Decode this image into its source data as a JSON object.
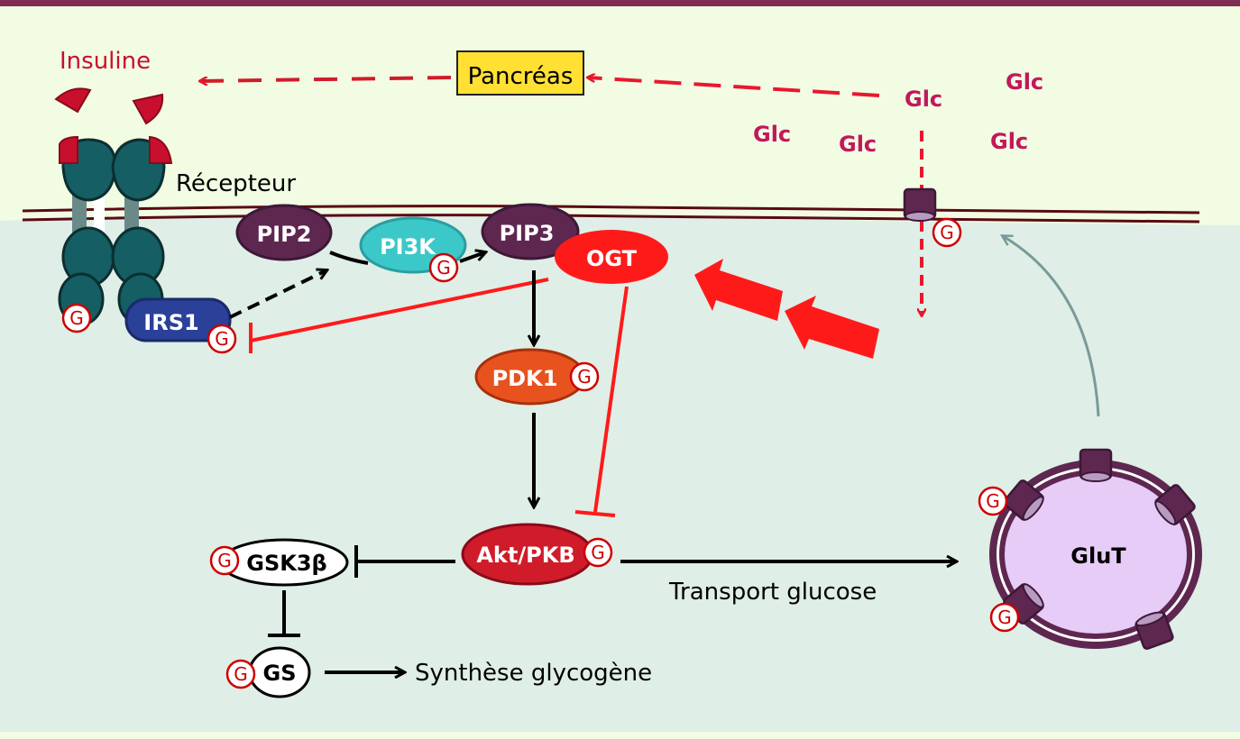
{
  "labels": {
    "insuline": "Insuline",
    "pancreas": "Pancréas",
    "recepteur": "Récepteur",
    "glc": [
      "Glc",
      "Glc",
      "Glc",
      "Glc",
      "Glc"
    ],
    "pip2": "PIP2",
    "pi3k": "PI3K",
    "pip3": "PIP3",
    "ogt": "OGT",
    "irs1": "IRS1",
    "pdk1": "PDK1",
    "akt": "Akt/PKB",
    "gsk3b": "GSK3β",
    "gs": "GS",
    "glut": "GluT",
    "transport": "Transport glucose",
    "synthese": "Synthèse glycogène",
    "g": "G"
  },
  "colors": {
    "extracellular": "#f1fce3",
    "cytoplasm": "#dfeee6",
    "membrane": "#5a0a14",
    "top_bar": "#7f2d55",
    "insulin": "#c8102e",
    "glc": "#c2185b",
    "pip": "#5e2750",
    "pi3k": "#3cc8c8",
    "ogt": "#ff1a1a",
    "irs1": "#2a4099",
    "pdk1": "#e8521e",
    "akt": "#d01c2a",
    "receptor": "#155e63",
    "glut_vesicle": "#e6ccf7",
    "pancreas_box": "#ffe033"
  }
}
